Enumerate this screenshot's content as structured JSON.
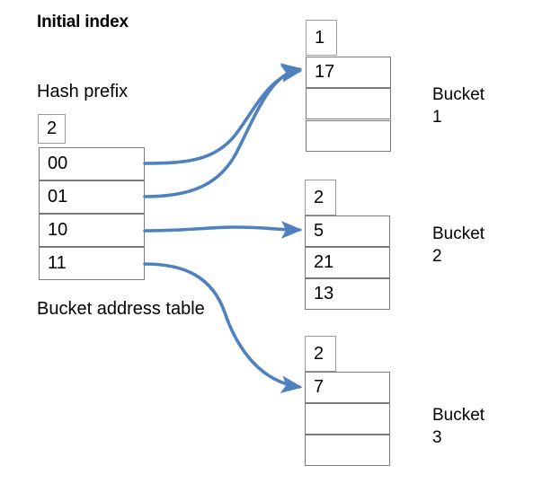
{
  "title": "Initial index",
  "labels": {
    "hash_prefix": "Hash prefix",
    "bucket_address_table": "Bucket address table"
  },
  "bucket_address_table": {
    "global_depth": "2",
    "entries": [
      "00",
      "01",
      "10",
      "11"
    ]
  },
  "buckets": [
    {
      "name": "Bucket",
      "number": "1",
      "local_depth": "1",
      "slots": [
        "17",
        "",
        ""
      ]
    },
    {
      "name": "Bucket",
      "number": "2",
      "local_depth": "2",
      "slots": [
        "5",
        "21",
        "13"
      ]
    },
    {
      "name": "Bucket",
      "number": "3",
      "local_depth": "2",
      "slots": [
        "7",
        "",
        ""
      ]
    }
  ],
  "pointers": [
    {
      "from": "00",
      "to": "bucket-1"
    },
    {
      "from": "01",
      "to": "bucket-1"
    },
    {
      "from": "10",
      "to": "bucket-2"
    },
    {
      "from": "11",
      "to": "bucket-3"
    }
  ],
  "colors": {
    "arrow": "#4E81BD",
    "box_border": "#7b7b7b",
    "text": "#000000",
    "background": "#ffffff"
  }
}
